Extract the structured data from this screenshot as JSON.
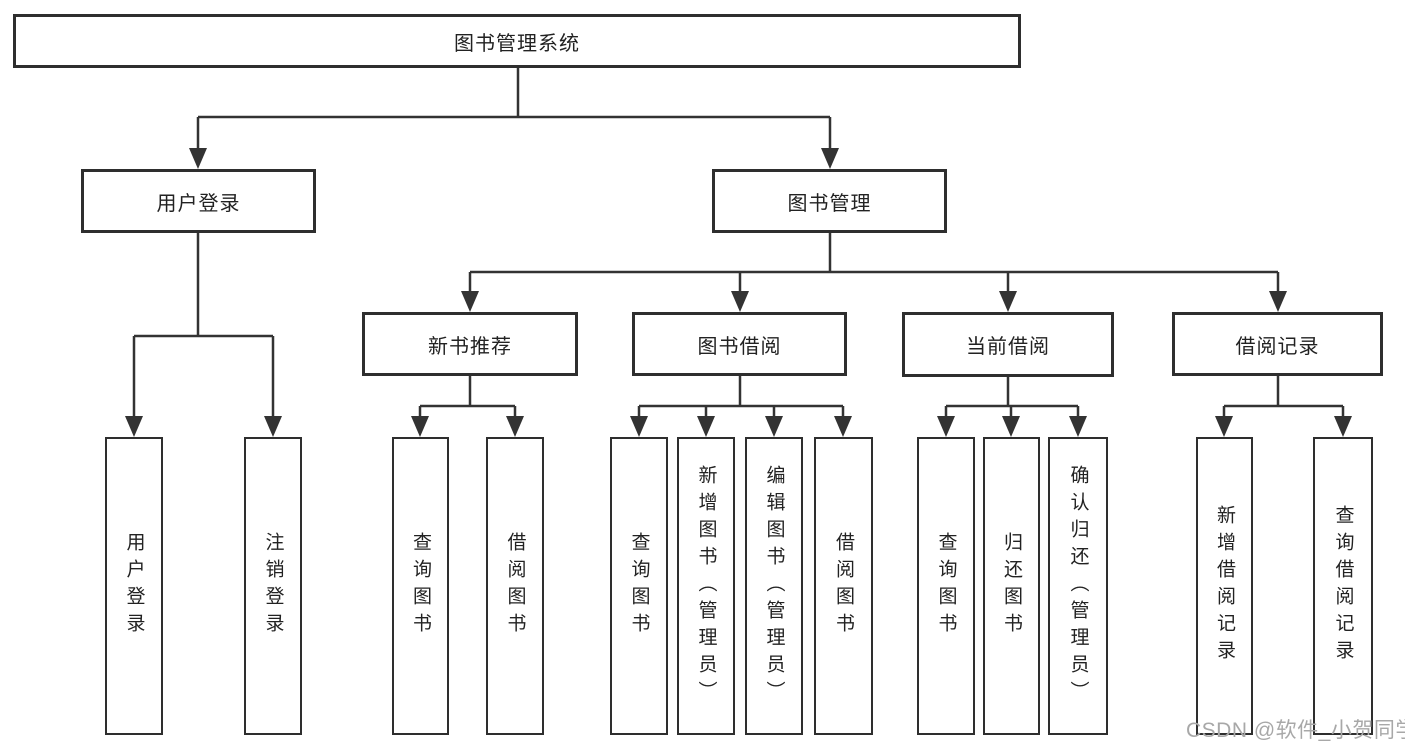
{
  "diagram_type": "hierarchy-tree",
  "tree": {
    "label": "图书管理系统",
    "children": [
      {
        "label": "用户登录",
        "children": [
          {
            "label": "用户登录"
          },
          {
            "label": "注销登录"
          }
        ]
      },
      {
        "label": "图书管理",
        "children": [
          {
            "label": "新书推荐",
            "children": [
              {
                "label": "查询图书"
              },
              {
                "label": "借阅图书"
              }
            ]
          },
          {
            "label": "图书借阅",
            "children": [
              {
                "label": "查询图书"
              },
              {
                "label": "新增图书（管理员）"
              },
              {
                "label": "编辑图书（管理员）"
              },
              {
                "label": "借阅图书"
              }
            ]
          },
          {
            "label": "当前借阅",
            "children": [
              {
                "label": "查询图书"
              },
              {
                "label": "归还图书"
              },
              {
                "label": "确认归还（管理员）"
              }
            ]
          },
          {
            "label": "借阅记录",
            "children": [
              {
                "label": "新增借阅记录"
              },
              {
                "label": "查询借阅记录"
              }
            ]
          }
        ]
      }
    ]
  },
  "watermark": {
    "text": "CSDN @软件_小贺同学"
  },
  "colors": {
    "line": "#333333",
    "box_border": "#2e2e2e",
    "text": "#222222",
    "background": "#ffffff",
    "watermark": "#a8a8a8"
  }
}
